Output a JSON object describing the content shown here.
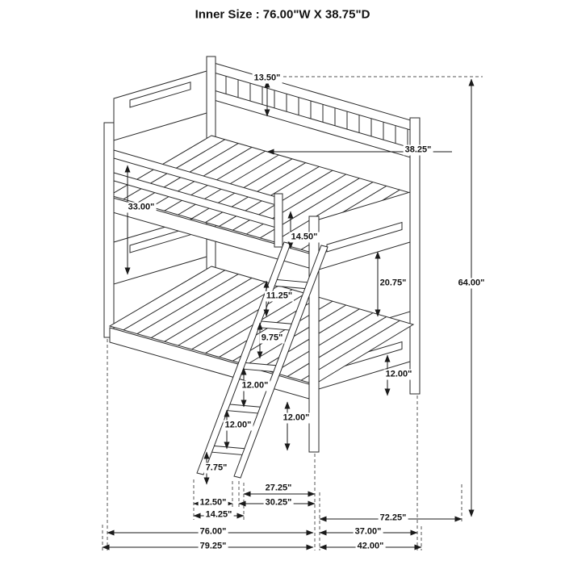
{
  "title": "Inner Size : 76.00\"W X 38.75\"D",
  "colors": {
    "line": "#2a2a2a",
    "background": "#ffffff"
  },
  "dims": {
    "headboard_height": "13.50\"",
    "inner_depth_top": "38.25\"",
    "upper_rail_height": "33.00\"",
    "guardrail_height": "14.50\"",
    "bunk_gap_height": "20.75\"",
    "overall_height": "64.00\"",
    "ladder_step_1": "11.25\"",
    "ladder_step_2": "9.75\"",
    "ladder_step_3": "12.00\"",
    "ladder_step_4": "12.00\"",
    "lower_post_height": "12.00\"",
    "lower_clearance_right": "12.00\"",
    "ladder_bottom_step": "7.75\"",
    "ladder_top_offset": "27.25\"",
    "ladder_width_inner": "12.50\"",
    "ladder_bottom_offset": "30.25\"",
    "ladder_width_outer": "14.25\"",
    "side_length_right": "72.25\"",
    "inner_width": "76.00\"",
    "inner_depth_bottom": "37.00\"",
    "overall_width": "79.25\"",
    "overall_depth": "42.00\""
  }
}
